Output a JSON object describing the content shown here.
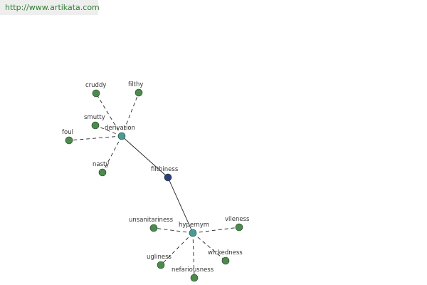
{
  "header": {
    "url": "http://www.artikata.com"
  },
  "colors": {
    "word_node": "#4d8a4d",
    "relation_node": "#4a9a9a",
    "center_node": "#2c3e80",
    "edge": "#222222",
    "url_text": "#2e7d32"
  },
  "graph": {
    "center": {
      "label": "filthiness"
    },
    "relations": [
      {
        "label": "derivation",
        "words": [
          "cruddy",
          "filthy",
          "smutty",
          "foul",
          "nasty"
        ]
      },
      {
        "label": "hypernym",
        "words": [
          "unsanitariness",
          "vileness",
          "ugliness",
          "nefariousness",
          "wickedness"
        ]
      }
    ]
  }
}
